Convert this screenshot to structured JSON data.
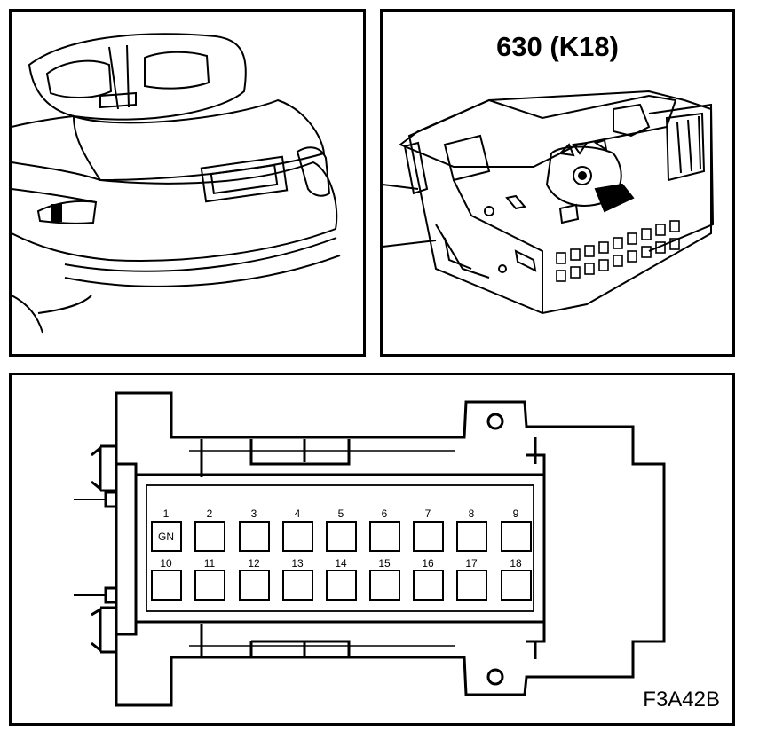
{
  "connector": {
    "title": "630 (K18)"
  },
  "pinout": {
    "ref_code": "F3A42B",
    "top_row": [
      {
        "num": "1",
        "code": "GN"
      },
      {
        "num": "2",
        "code": ""
      },
      {
        "num": "3",
        "code": ""
      },
      {
        "num": "4",
        "code": ""
      },
      {
        "num": "5",
        "code": ""
      },
      {
        "num": "6",
        "code": ""
      },
      {
        "num": "7",
        "code": ""
      },
      {
        "num": "8",
        "code": ""
      },
      {
        "num": "9",
        "code": ""
      }
    ],
    "bottom_row": [
      {
        "num": "10",
        "code": ""
      },
      {
        "num": "11",
        "code": ""
      },
      {
        "num": "12",
        "code": ""
      },
      {
        "num": "13",
        "code": ""
      },
      {
        "num": "14",
        "code": ""
      },
      {
        "num": "15",
        "code": ""
      },
      {
        "num": "16",
        "code": ""
      },
      {
        "num": "17",
        "code": ""
      },
      {
        "num": "18",
        "code": ""
      }
    ]
  }
}
